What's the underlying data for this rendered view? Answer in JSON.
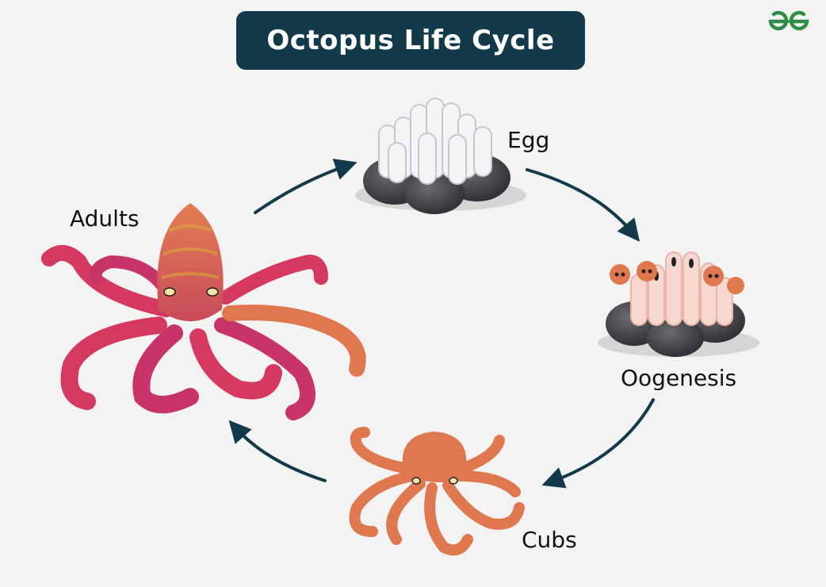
{
  "title": "Octopus Life Cycle",
  "logo": {
    "icon": "gfg-logo-icon",
    "color": "#2f8d46"
  },
  "stages": {
    "egg": "Egg",
    "oogenesis": "Oogenesis",
    "cubs": "Cubs",
    "adults": "Adults"
  },
  "colors": {
    "title_bg": "#123a4a",
    "arrow": "#123a4a",
    "octopus_orange": "#e0784f",
    "octopus_magenta": "#c8336a",
    "rock": "#3d3d42",
    "egg": "#f4f4f6"
  }
}
